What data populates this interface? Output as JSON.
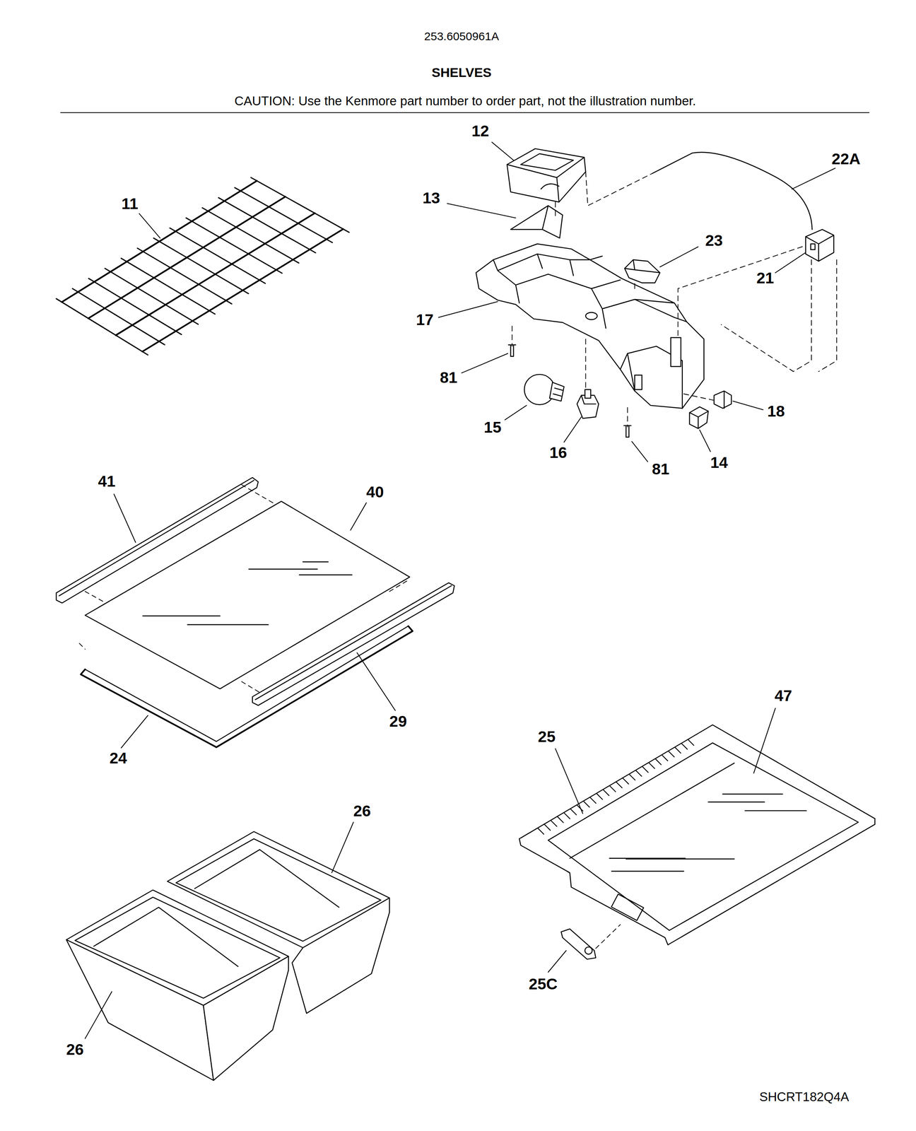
{
  "diagram": {
    "title": "SHELVES",
    "labels": [
      "253.6050961A",
      "CAUTION: Use the Kenmore part number to order part, not the illustration number.",
      "12",
      "22A",
      "13",
      "11",
      "23",
      "21",
      "17",
      "81",
      "18",
      "15",
      "16",
      "14",
      "81",
      "41",
      "40",
      "47",
      "29",
      "25",
      "24",
      "26",
      "25C",
      "26",
      "SHCRT182Q4A"
    ]
  }
}
